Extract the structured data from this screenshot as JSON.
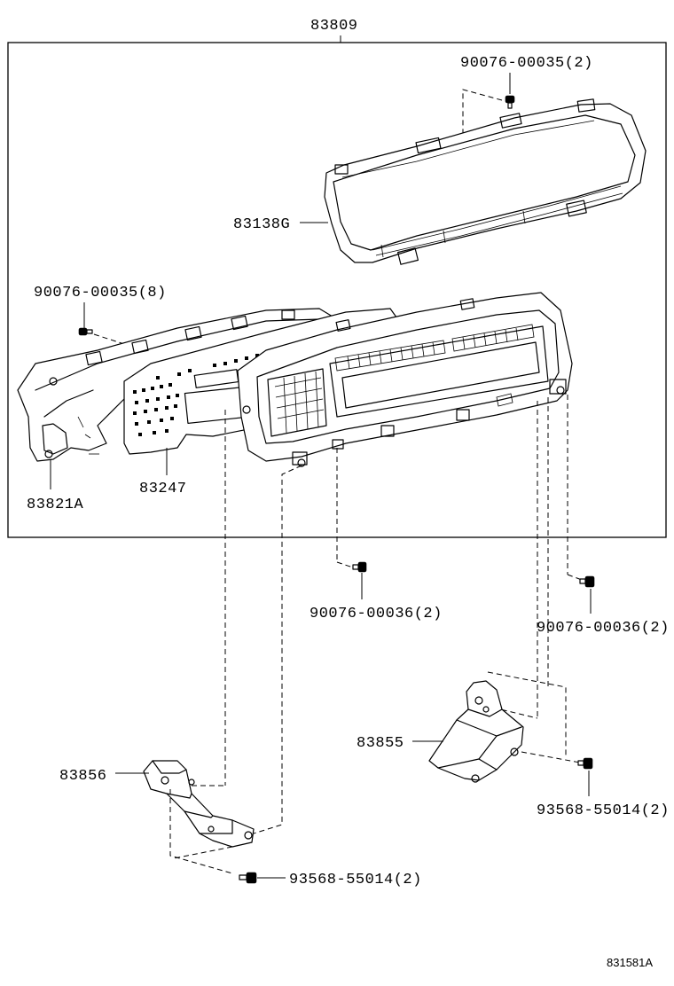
{
  "diagram": {
    "assembly_number": "83809",
    "figure_code": "831581A",
    "callouts": {
      "screw_top": "90076-00035(2)",
      "case_cover": "83138G",
      "screw_left": "90076-00035(8)",
      "housing": "83821A",
      "board": "83247",
      "screw_center_bottom": "90076-00036(2)",
      "screw_right_bottom": "90076-00036(2)",
      "bracket_right": "83855",
      "bolt_right": "93568-55014(2)",
      "bracket_left": "83856",
      "bolt_left": "93568-55014(2)"
    }
  }
}
